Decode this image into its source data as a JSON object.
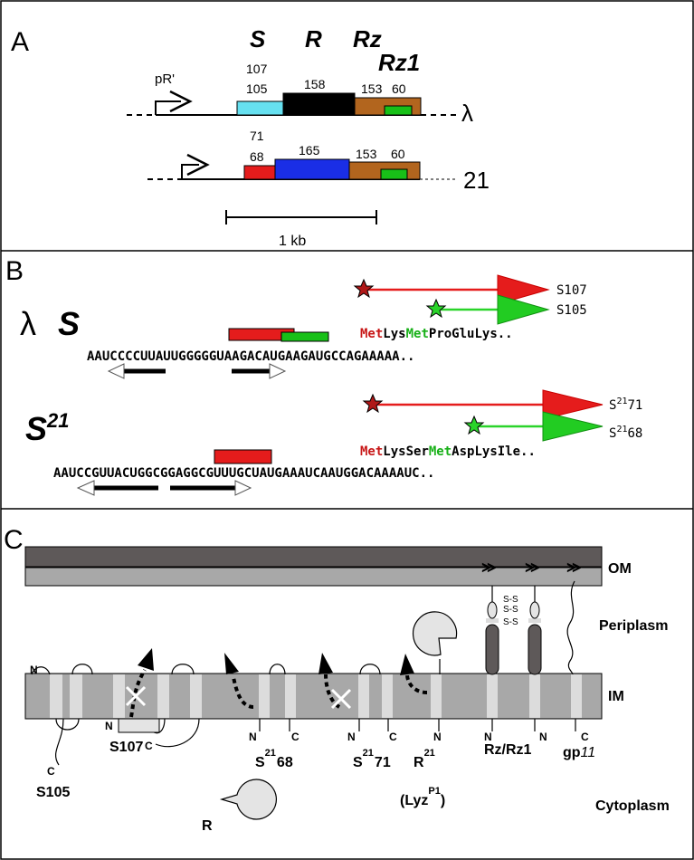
{
  "panelA": {
    "letter": "A",
    "gene_S": "S",
    "gene_R": "R",
    "gene_Rz": "Rz",
    "gene_Rz1": "Rz1",
    "promoter": "pR'",
    "lambda": {
      "top1": "107",
      "top2": "105",
      "r": "158",
      "rz": "153",
      "rz1": "60",
      "tag": "λ"
    },
    "p21": {
      "top1": "71",
      "top2": "68",
      "r": "165",
      "rz": "153",
      "rz1": "60",
      "tag": "21"
    },
    "scale": "1 kb",
    "colors": {
      "S_lambda": "#66e0f0",
      "R_lambda": "#000000",
      "rz": "#b2651e",
      "rz1": "#18c018",
      "S21": "#e51c1c",
      "R21": "#1a2ee6"
    }
  },
  "panelB": {
    "letter": "B",
    "lambda_prefix": "λ",
    "lambda_label": "S",
    "lambda_aa": [
      {
        "t": "Met",
        "c": "#c81818"
      },
      {
        "t": "Lys",
        "c": "#000000"
      },
      {
        "t": "Met",
        "c": "#18b018"
      },
      {
        "t": "ProGluLys..",
        "c": "#000000"
      }
    ],
    "lambda_seq": "AAUCCCCUUAUUGGGGGUAAGACAUGAAGAUGCCAGAAAAA..",
    "lambda_arrows": [
      "S107",
      "S105"
    ],
    "s21_label": "S",
    "s21_sup": "21",
    "s21_aa": [
      {
        "t": "Met",
        "c": "#c81818"
      },
      {
        "t": "LysSer",
        "c": "#000000"
      },
      {
        "t": "Met",
        "c": "#18b018"
      },
      {
        "t": "AspLysIle..",
        "c": "#000000"
      }
    ],
    "s21_seq": "AAUCCGUUACUGGCGGAGGCGUUUGCUAUGAAAUCAAUGGACAAAAUC..",
    "s21_arrows": [
      {
        "base": "S",
        "sup": "21",
        "num": "71"
      },
      {
        "base": "S",
        "sup": "21",
        "num": "68"
      }
    ]
  },
  "panelC": {
    "letter": "C",
    "om": "OM",
    "periplasm": "Periplasm",
    "im": "IM",
    "cytoplasm": "Cytoplasm",
    "N": "N",
    "C": "C",
    "SS": "S-S",
    "S105": "S105",
    "S107": "S107",
    "S2168": {
      "base": "S",
      "sup": "21",
      "num": "68"
    },
    "S2171": {
      "base": "S",
      "sup": "21",
      "num": "71"
    },
    "R21": {
      "base": "R",
      "sup": "21"
    },
    "lyz": {
      "open": "(Lyz",
      "sup": "P1",
      "close": ")"
    },
    "rzrz1": "Rz/Rz1",
    "gp11": {
      "base": "gp",
      "ital": "11"
    },
    "R": "R"
  }
}
